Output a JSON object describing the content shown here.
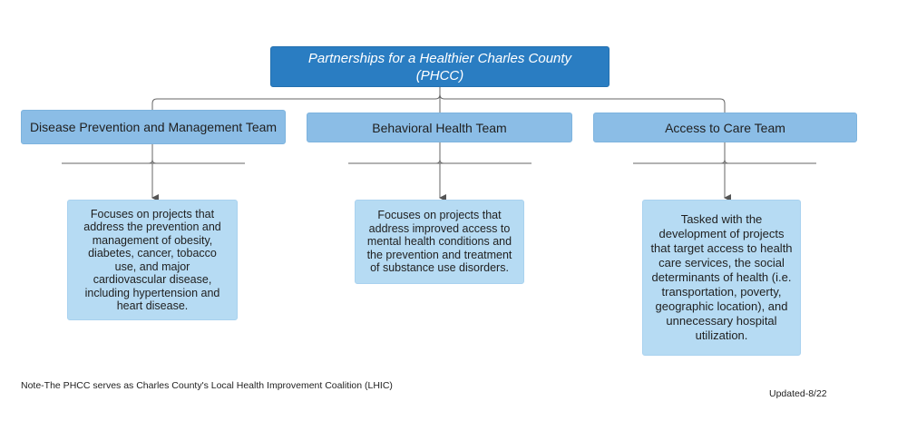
{
  "root": {
    "title": "Partnerships for a Healthier Charles County (PHCC)"
  },
  "teams": [
    {
      "label": "Disease Prevention and Management Team",
      "description": "Focuses on projects that address the prevention and management of obesity, diabetes, cancer, tobacco use, and major cardiovascular disease, including hypertension and heart disease."
    },
    {
      "label": "Behavioral Health Team",
      "description": "Focuses on projects that address improved access to mental health conditions and the prevention and treatment of substance use disorders."
    },
    {
      "label": "Access to Care Team",
      "description": "Tasked with the development of projects that target access to health care services, the social determinants of health (i.e. transportation, poverty, geographic location), and unnecessary hospital utilization."
    }
  ],
  "footer": {
    "note": "Note-The PHCC serves as Charles County's Local Health Improvement Coalition (LHIC)",
    "updated": "Updated-8/22"
  },
  "colors": {
    "root_fill": "#2a7dc2",
    "team_fill": "#8bbde6",
    "description_fill": "#b6dbf3",
    "connector": "#666666"
  }
}
